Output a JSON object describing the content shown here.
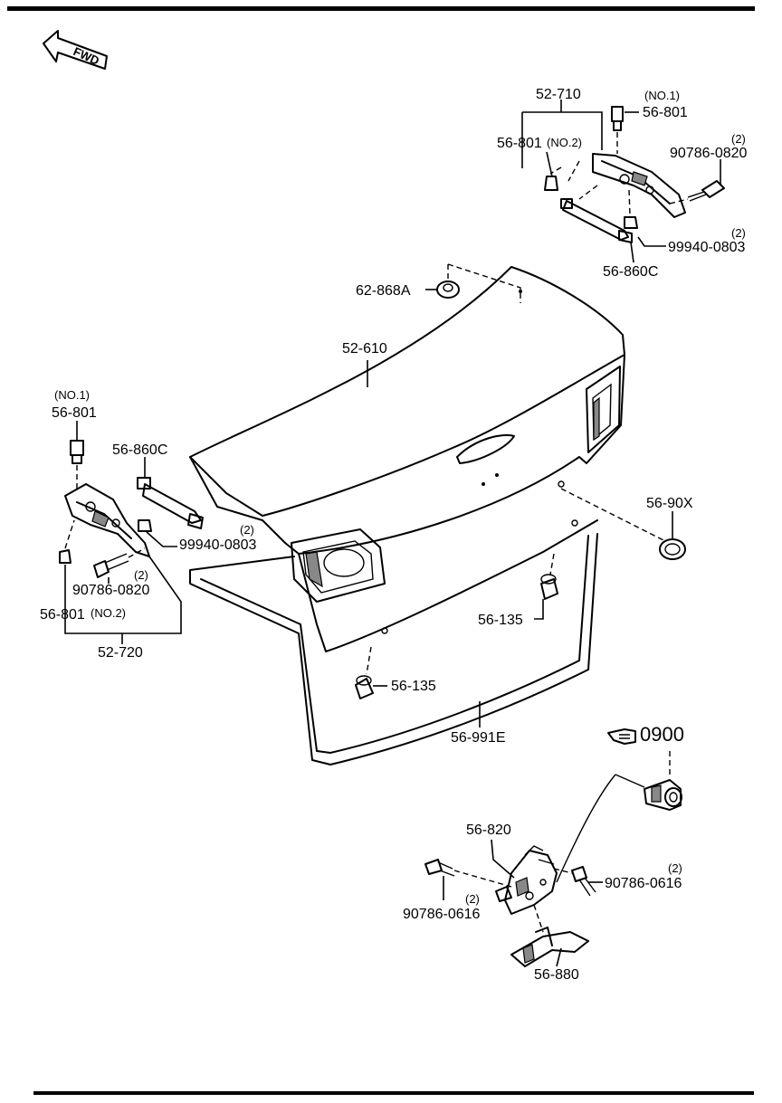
{
  "fwd_label": "FWD",
  "ref_code": "0900",
  "labels": {
    "p52_710": "52-710",
    "p56_801_no1_tr": "56-801",
    "no1_tr": "(NO.1)",
    "p56_801_no2_tr": "56-801",
    "no2_tr": "(NO.2)",
    "p90786_0820_tr": "90786-0820",
    "qty_90786_0820_tr": "(2)",
    "p99940_0803_tr": "99940-0803",
    "qty_99940_0803_tr": "(2)",
    "p56_860c_tr": "56-860C",
    "p62_868a": "62-868A",
    "p52_610": "52-610",
    "no1_l": "(NO.1)",
    "p56_801_no1_l": "56-801",
    "p56_860c_l": "56-860C",
    "qty_99940_0803_l": "(2)",
    "p99940_0803_l": "99940-0803",
    "qty_90786_0820_l": "(2)",
    "p90786_0820_l": "90786-0820",
    "p56_801_no2_l": "56-801",
    "no2_l": "(NO.2)",
    "p52_720": "52-720",
    "p56_90x": "56-90X",
    "p56_135_r": "56-135",
    "p56_135_b": "56-135",
    "p56_991e": "56-991E",
    "p56_820": "56-820",
    "qty_90786_0616_r": "(2)",
    "p90786_0616_r": "90786-0616",
    "qty_90786_0616_l": "(2)",
    "p90786_0616_l": "90786-0616",
    "p56_880": "56-880"
  },
  "icons": {
    "fwd": "fwd-arrow-icon",
    "ref": "pointing-hand-icon"
  }
}
